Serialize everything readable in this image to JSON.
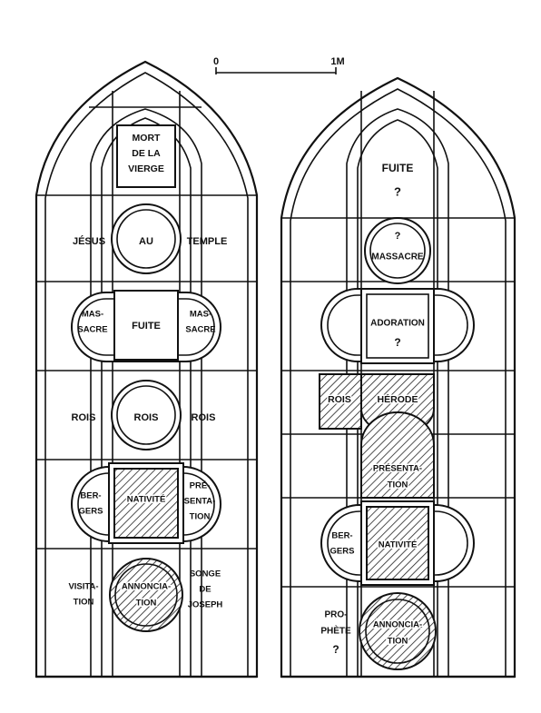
{
  "scale": {
    "start_label": "0",
    "end_label": "1M"
  },
  "left_window": {
    "top": [
      "MORT",
      "DE LA",
      "VIERGE"
    ],
    "row1": {
      "left": "JÉSUS",
      "center": "AU",
      "right": "TEMPLE"
    },
    "row2": {
      "left": [
        "MAS-",
        "SACRE"
      ],
      "center": "FUITE",
      "right": [
        "MAS-",
        "SACRE"
      ]
    },
    "row3": {
      "left": "ROIS",
      "center": "ROIS",
      "right": "ROIS"
    },
    "row4": {
      "left": [
        "BER-",
        "GERS"
      ],
      "center": "NATIVITÉ",
      "right": [
        "PRÉ-",
        "SENTA-",
        "TION"
      ]
    },
    "row5": {
      "left": [
        "VISITA-",
        "TION"
      ],
      "center": [
        "ANNONCIA-",
        "TION"
      ],
      "right": [
        "SONGE",
        "DE",
        "JOSEPH"
      ]
    }
  },
  "right_window": {
    "top": [
      "FUITE",
      "?"
    ],
    "row1": [
      "?",
      "MASSACRE"
    ],
    "row2": [
      "ADORATION",
      "?"
    ],
    "row3": {
      "left": "ROIS",
      "center": "HÉRODE"
    },
    "row4": [
      "PRÉSENTA-",
      "TION"
    ],
    "row5": {
      "left": [
        "BER-",
        "GERS"
      ],
      "center": "NATIVITÉ"
    },
    "row6": {
      "left": [
        "PRO-",
        "PHÈTE",
        "?"
      ],
      "center": [
        "ANNONCIA-",
        "TION"
      ]
    }
  }
}
